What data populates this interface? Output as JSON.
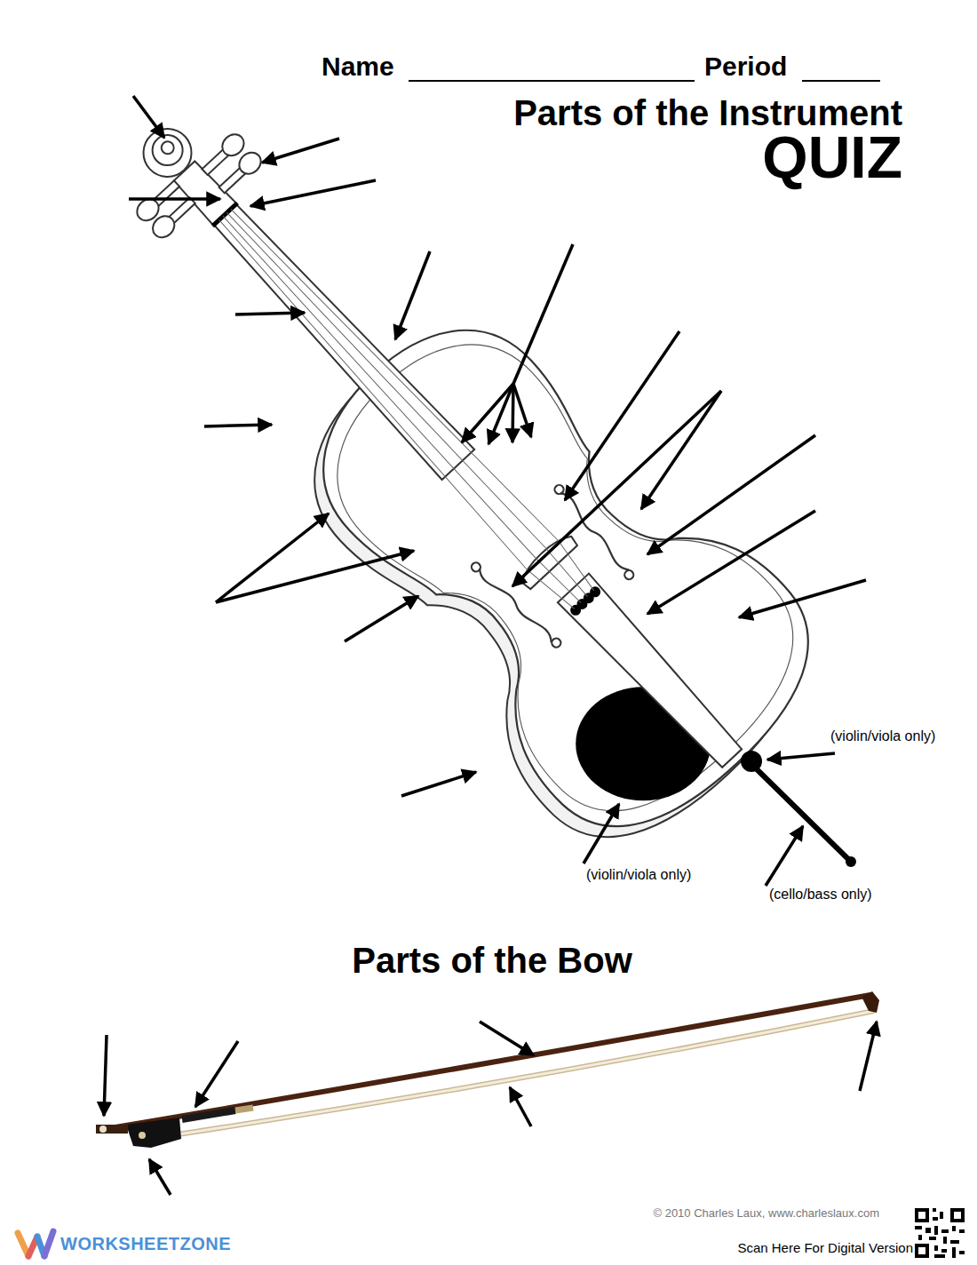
{
  "diagram": {
    "title": "Parts of the Instrument",
    "labels": [
      "Name",
      "Period",
      "QUIZ",
      "(violin/viola only)",
      "(violin/viola only)",
      "(cello/bass only)",
      "Parts of the Bow",
      "© 2010 Charles Laux, www.charleslaux.com",
      "Scan Here For Digital Version",
      "WORKSHEETZONE"
    ]
  }
}
